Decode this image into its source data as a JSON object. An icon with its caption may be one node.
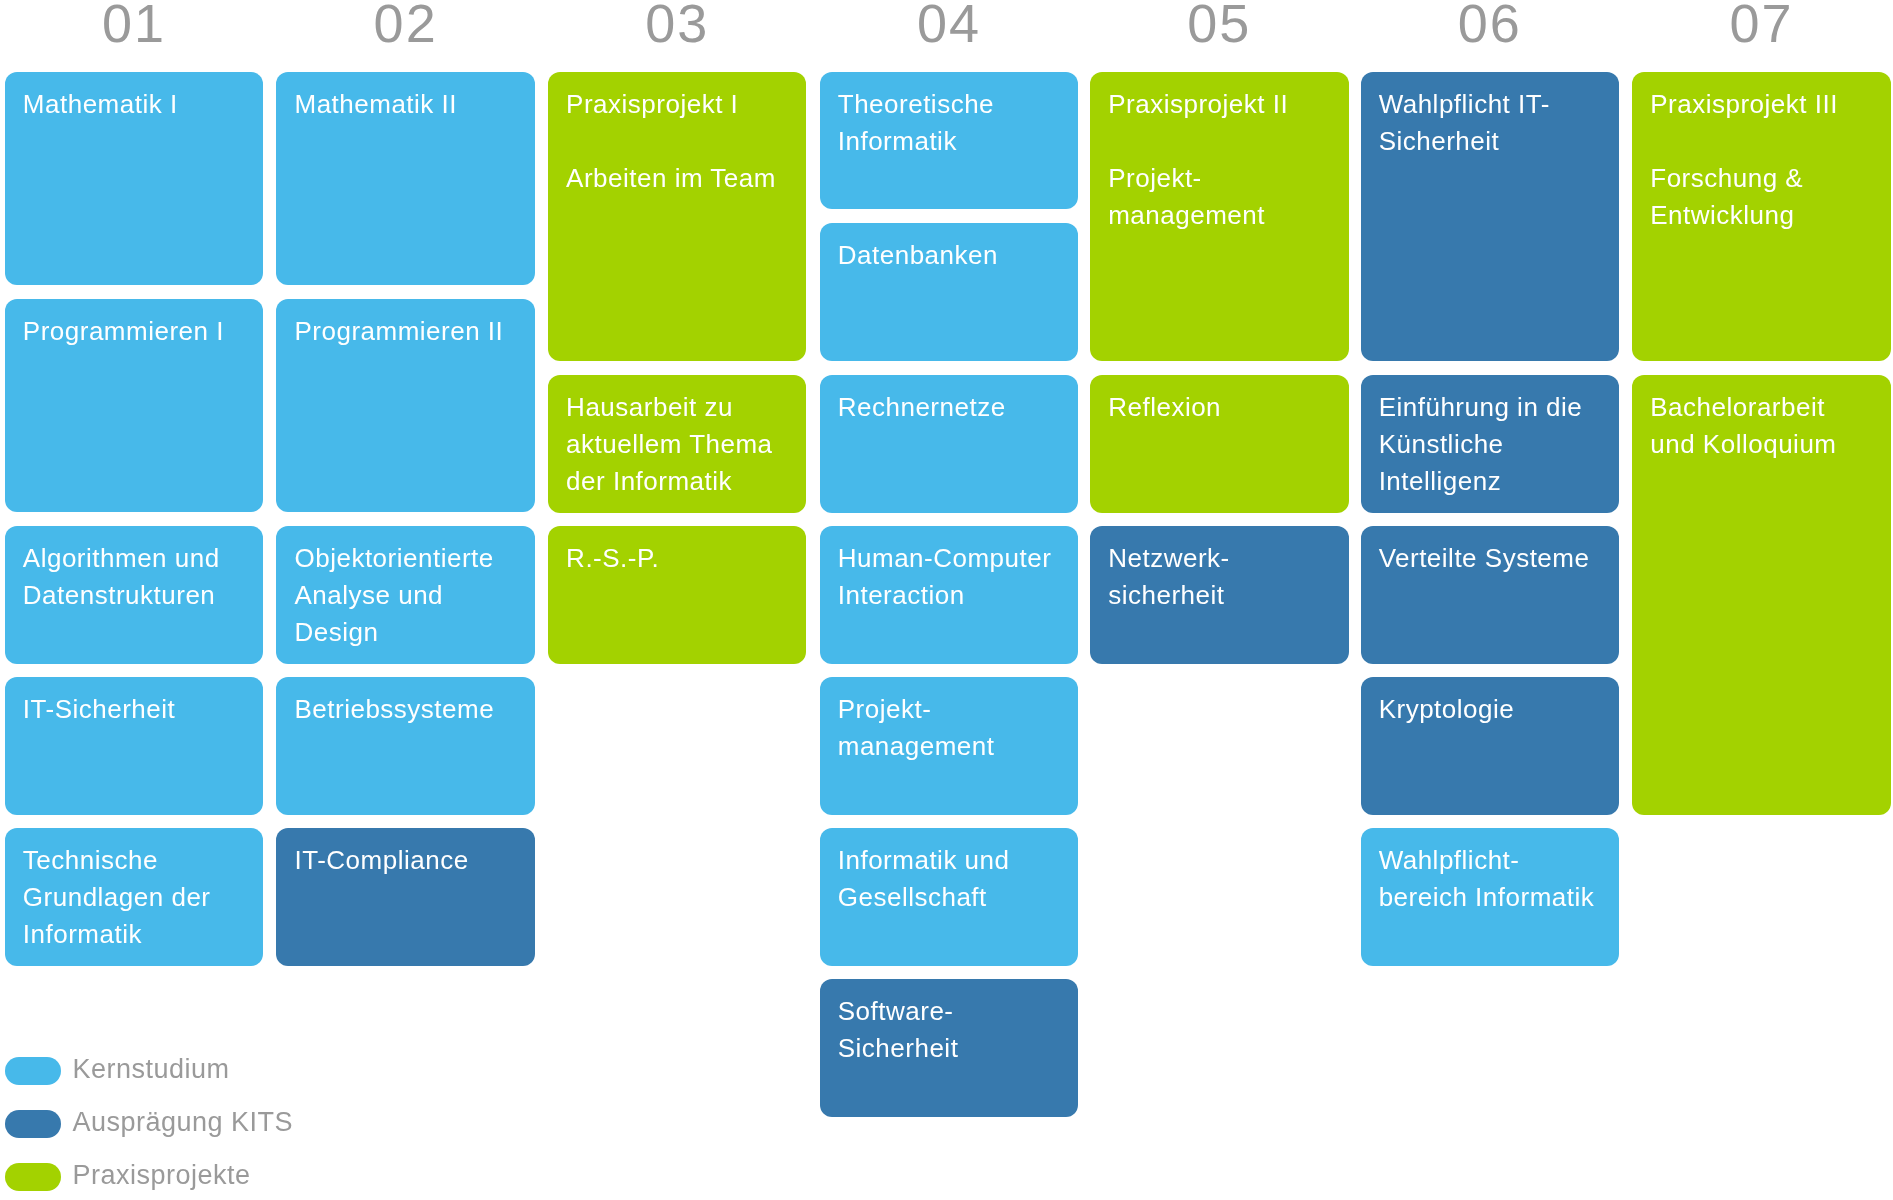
{
  "diagram": {
    "nodes": [
      {
        "text": [
          "Mathematik I"
        ]
      },
      {
        "text": [
          "Programmieren I"
        ]
      },
      {
        "text": [
          "Algorithmen und Datenstrukturen"
        ]
      },
      {
        "text": [
          "IT-Sicherheit"
        ]
      },
      {
        "text": [
          "Technische Grundlagen der Informatik"
        ]
      },
      {
        "text": [
          "Mathematik II"
        ]
      },
      {
        "text": [
          "Programmieren II"
        ]
      },
      {
        "text": [
          "Objektorientierte Analyse und Design"
        ]
      },
      {
        "text": [
          "Betriebssysteme"
        ]
      },
      {
        "text": [
          "IT-Compliance"
        ]
      },
      {
        "text": [
          "Praxisprojekt I",
          "Arbeiten im Team"
        ]
      },
      {
        "text": [
          "Hausarbeit zu aktuellem Thema der Informatik"
        ]
      },
      {
        "text": [
          "R.-S.-P."
        ]
      },
      {
        "text": [
          "Theoretische Informatik"
        ]
      },
      {
        "text": [
          "Datenbanken"
        ]
      },
      {
        "text": [
          "Rechnernetze"
        ]
      },
      {
        "text": [
          "Human-Computer Interaction"
        ]
      },
      {
        "text": [
          "Projekt-management"
        ]
      },
      {
        "text": [
          "Informatik und Gesellschaft"
        ]
      },
      {
        "text": [
          "Software-Sicherheit"
        ]
      },
      {
        "text": [
          "Praxisprojekt II",
          "Projekt-management"
        ]
      },
      {
        "text": [
          "Reflexion"
        ]
      },
      {
        "text": [
          "Netzwerk-sicherheit"
        ]
      },
      {
        "text": [
          "Wahlpflicht IT-Sicherheit"
        ]
      },
      {
        "text": [
          "Einführung in die Künstliche Intelligenz"
        ]
      },
      {
        "text": [
          "Verteilte Systeme"
        ]
      },
      {
        "text": [
          "Kryptologie"
        ]
      },
      {
        "text": [
          "Wahlpflicht-bereich Informatik"
        ]
      },
      {
        "text": [
          "Praxisprojekt III",
          "Forschung & Entwicklung"
        ]
      },
      {
        "text": [
          "Bachelorarbeit und Kolloquium"
        ]
      }
    ],
    "labels": [
      "01",
      "02",
      "03",
      "04",
      "05",
      "06",
      "07"
    ],
    "legend": [
      {
        "text": "Kernstudium",
        "color": "#47b9ea"
      },
      {
        "text": "Ausprägung KITS",
        "color": "#3779ad"
      },
      {
        "text": "Praxisprojekte",
        "color": "#a3d200"
      }
    ]
  }
}
